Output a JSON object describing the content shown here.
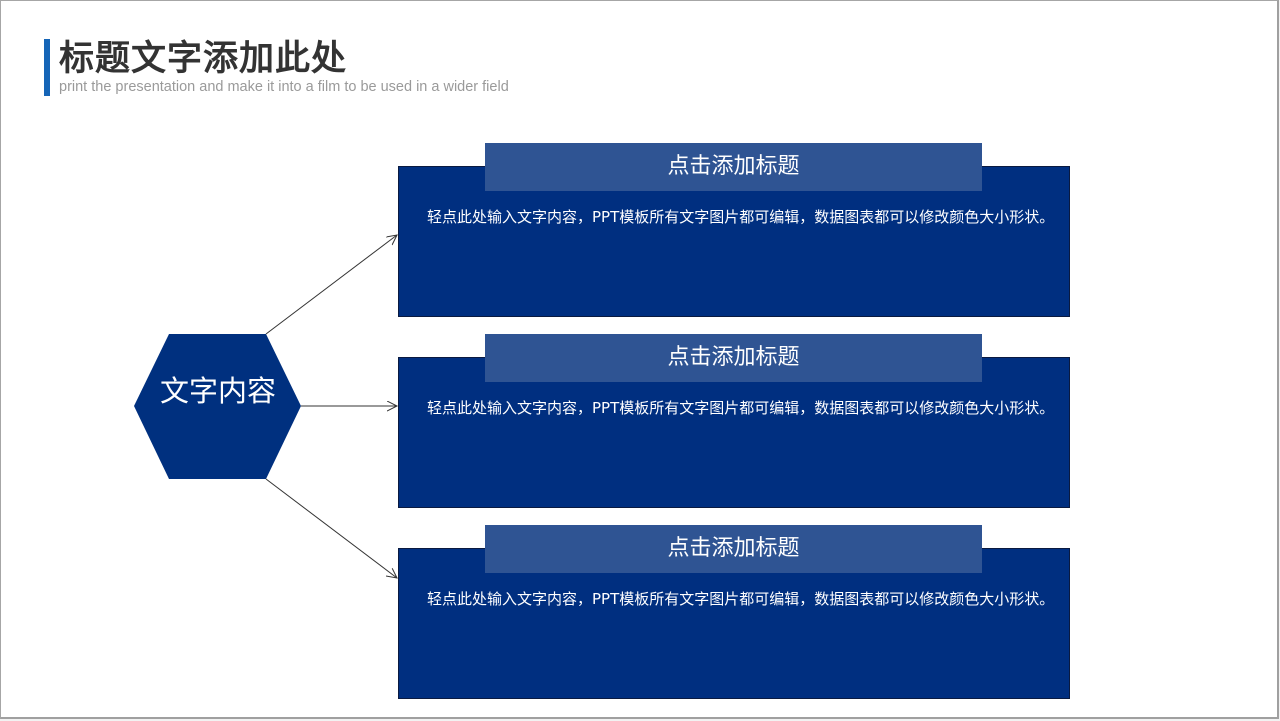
{
  "header": {
    "title": "标题文字添加此处",
    "subtitle": "print the presentation and make it into a film to be used in a wider field",
    "accent_color": "#1565b7"
  },
  "diagram": {
    "center": {
      "label": "文字内容",
      "shape": "hexagon",
      "color": "#00307f"
    },
    "arrows": [
      "arrow-to-card-1",
      "arrow-to-card-2",
      "arrow-to-card-3"
    ],
    "cards": [
      {
        "title": "点击添加标题",
        "body": "轻点此处输入文字内容，PPT模板所有文字图片都可编辑，数据图表都可以修改颜色大小形状。"
      },
      {
        "title": "点击添加标题",
        "body": "轻点此处输入文字内容，PPT模板所有文字图片都可编辑，数据图表都可以修改颜色大小形状。"
      },
      {
        "title": "点击添加标题",
        "body": "轻点此处输入文字内容，PPT模板所有文字图片都可编辑，数据图表都可以修改颜色大小形状。"
      }
    ],
    "colors": {
      "card_bg": "#002f80",
      "tab_bg": "#2f5493",
      "text": "#ffffff"
    }
  }
}
